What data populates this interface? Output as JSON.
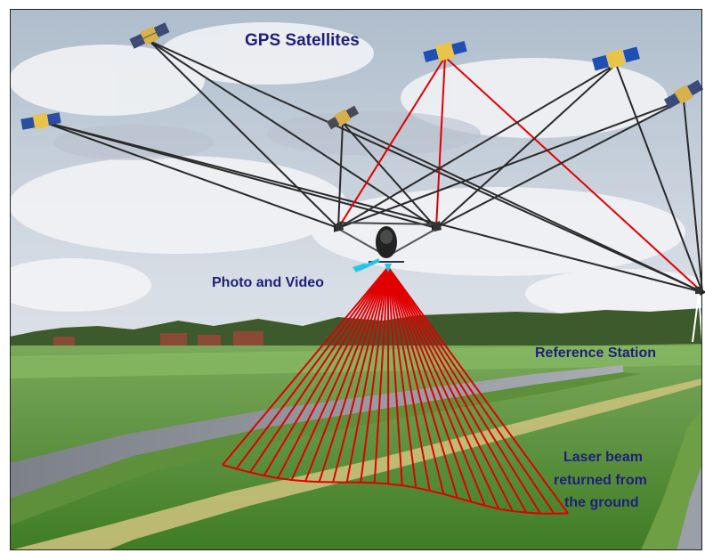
{
  "labels": {
    "satellites": "GPS Satellites",
    "photo": "Photo and Video",
    "reference": "Reference Station",
    "laser_line1": "Laser beam",
    "laser_line2": "returned from",
    "laser_line3": "the ground"
  },
  "colors": {
    "label_text": "#1f1f7a",
    "laser": "#e00000",
    "gps_link": "#2a2a2a",
    "camera": "#22c6e8",
    "sky": "#c9d4e0",
    "grass": "#4f8f2e",
    "water": "#8b8f96"
  },
  "icons": [
    "satellite-icon",
    "helicopter-icon",
    "reference-station-icon",
    "camera-view-icon"
  ]
}
